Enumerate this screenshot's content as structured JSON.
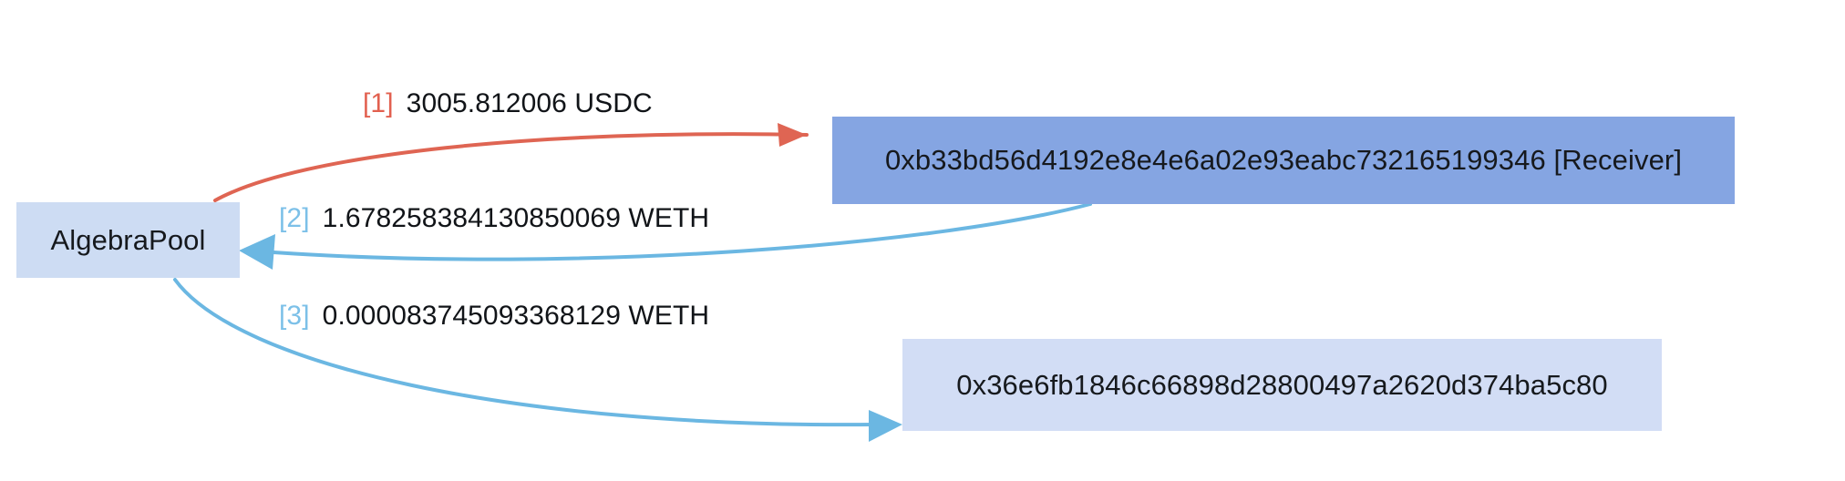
{
  "diagram": {
    "type": "token-transfer-flow",
    "background": "#ffffff",
    "nodes": [
      {
        "id": "pool",
        "label": "AlgebraPool",
        "fill": "#cddcf3",
        "text_color": "#16191d"
      },
      {
        "id": "receiver",
        "label": "0xb33bd56d4192e8e4e6a02e93eabc732165199346 [Receiver]",
        "fill": "#85a5e2",
        "text_color": "#16191d"
      },
      {
        "id": "contract",
        "label": "0x36e6fb1846c66898d28800497a2620d374ba5c80",
        "fill": "#d2ddf5",
        "text_color": "#16191d"
      }
    ],
    "edges": [
      {
        "index": "[1]",
        "index_color": "#e2604f",
        "amount": "3005.812006",
        "token": "USDC",
        "text": "3005.812006 USDC",
        "from": "AlgebraPool",
        "to": "0xb33bd56d4192e8e4e6a02e93eabc732165199346 [Receiver]",
        "stroke": "#df6553"
      },
      {
        "index": "[2]",
        "index_color": "#7cc0e8",
        "amount": "1.678258384130850069",
        "token": "WETH",
        "text": "1.678258384130850069 WETH",
        "from": "0xb33bd56d4192e8e4e6a02e93eabc732165199346 [Receiver]",
        "to": "AlgebraPool",
        "stroke": "#6bb7e2"
      },
      {
        "index": "[3]",
        "index_color": "#7cc0e8",
        "amount": "0.000083745093368129",
        "token": "WETH",
        "text": "0.000083745093368129 WETH",
        "from": "AlgebraPool",
        "to": "0x36e6fb1846c66898d28800497a2620d374ba5c80",
        "stroke": "#6bb7e2"
      }
    ]
  }
}
